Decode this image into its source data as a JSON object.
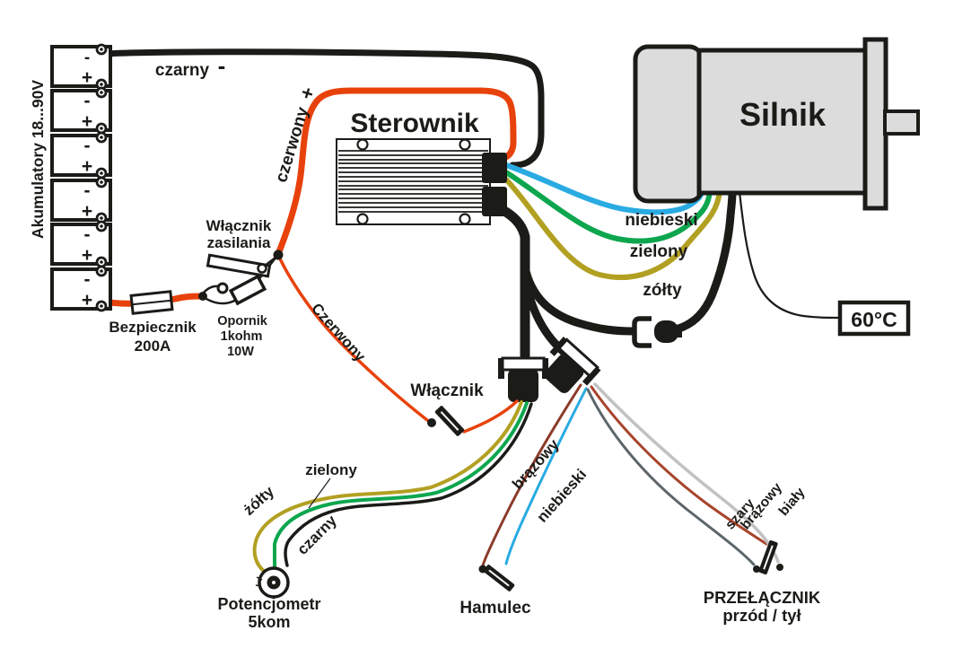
{
  "colors": {
    "orange": "#E8420C",
    "black": "#1B1B18",
    "blue": "#29ABE2",
    "green": "#0DA64F",
    "olive": "#B2A022",
    "brown": "#8C3B2A",
    "brown_light": "#A8442C",
    "gray": "#5C666B",
    "white_wire": "#C2C2C2",
    "device_fill": "#DCDCDC"
  },
  "battery": {
    "label": "Akumulatory 18...90V",
    "minus_sign": "-",
    "plus_sign": "+"
  },
  "power": {
    "negative_label": "czarny",
    "negative_sign": "-",
    "positive_label": "czerwony",
    "positive_sign": "+",
    "positive_wire_label": "Czerwony"
  },
  "controller": {
    "title": "Sterownik"
  },
  "motor": {
    "title": "Silnik",
    "temp_label": "60°C"
  },
  "phase_wires": {
    "blue": "niebieski",
    "green": "zielony",
    "yellow": "zółty"
  },
  "fuse": {
    "line1": "Bezpiecznik",
    "line2": "200A"
  },
  "main_switch": {
    "line1": "Włącznik",
    "line2": "zasilania"
  },
  "resistor": {
    "line1": "Opornik",
    "line2": "1kohm",
    "line3": "10W"
  },
  "aux_switch": {
    "label": "Włącznik"
  },
  "potentiometer": {
    "line1": "Potencjometr",
    "line2": "5kom",
    "wire_yellow": "żółty",
    "wire_green": "zielony",
    "wire_black": "czarny"
  },
  "brake": {
    "label": "Hamulec",
    "wire_brown": "brązowy",
    "wire_blue": "niebieski"
  },
  "direction_switch": {
    "line1": "PRZEŁĄCZNIK",
    "line2": "przód / tył",
    "wire_gray": "szary",
    "wire_brown": "brązowy",
    "wire_white": "biały"
  }
}
